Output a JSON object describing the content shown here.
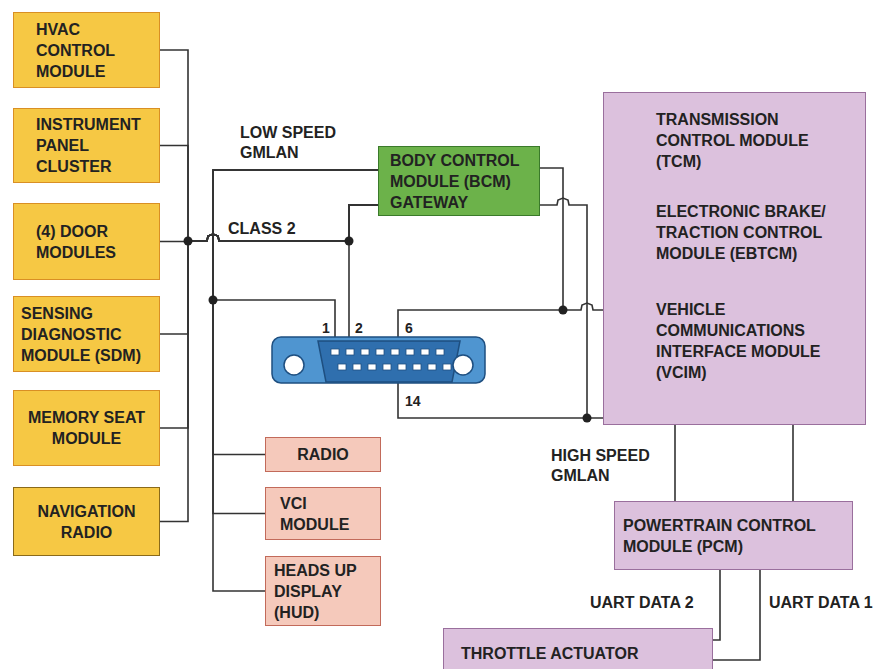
{
  "diagram": {
    "nodes": [
      {
        "text": [
          "HVAC CONTROL MODULE"
        ]
      },
      {
        "text": [
          "INSTRUMENT PANEL CLUSTER"
        ]
      },
      {
        "text": [
          "(4) DOOR MODULES"
        ]
      },
      {
        "text": [
          "SENSING DIAGNOSTIC MODULE (SDM)"
        ]
      },
      {
        "text": [
          "MEMORY SEAT MODULE"
        ]
      },
      {
        "text": [
          "NAVIGATION RADIO"
        ]
      },
      {
        "text": [
          "BODY CONTROL MODULE (BCM) GATEWAY"
        ]
      },
      {
        "text": [
          "TRANSMISSION CONTROL MODULE (TCM)",
          "ELECTRONIC BRAKE/ TRACTION CONTROL MODULE (EBTCM)",
          "VEHICLE COMMUNICATIONS INTERFACE MODULE (VCIM)"
        ]
      },
      {
        "text": [
          "RADIO"
        ]
      },
      {
        "text": [
          "VCI MODULE"
        ]
      },
      {
        "text": [
          "HEADS UP DISPLAY (HUD)"
        ]
      },
      {
        "text": [
          "POWERTRAIN CONTROL MODULE (PCM)"
        ]
      },
      {
        "text": [
          "THROTTLE ACTUATOR"
        ]
      }
    ],
    "edges": [
      {
        "from": 0,
        "to": 6,
        "arrow": "none"
      },
      {
        "from": 1,
        "to": 6,
        "arrow": "none"
      },
      {
        "from": 2,
        "to": 6,
        "arrow": "none"
      },
      {
        "from": 3,
        "to": 6,
        "arrow": "none"
      },
      {
        "from": 4,
        "to": 6,
        "arrow": "none"
      },
      {
        "from": 5,
        "to": 6,
        "arrow": "none"
      },
      {
        "from": 6,
        "to": 8,
        "arrow": "none"
      },
      {
        "from": 6,
        "to": 9,
        "arrow": "none"
      },
      {
        "from": 6,
        "to": 10,
        "arrow": "none"
      },
      {
        "from": 6,
        "to": 7,
        "arrow": "none"
      },
      {
        "from": 6,
        "to": 7,
        "arrow": "none"
      },
      {
        "from": 7,
        "to": 11,
        "arrow": "none"
      },
      {
        "from": 7,
        "to": 11,
        "arrow": "none"
      },
      {
        "from": 11,
        "to": 12,
        "label": "UART DATA 2",
        "arrow": "none"
      },
      {
        "from": 11,
        "to": 12,
        "label": "UART DATA 1",
        "arrow": "none"
      }
    ],
    "labels": [
      "LOW SPEED GMLAN",
      "CLASS 2",
      "HIGH SPEED GMLAN",
      "1",
      "2",
      "6",
      "14"
    ]
  }
}
